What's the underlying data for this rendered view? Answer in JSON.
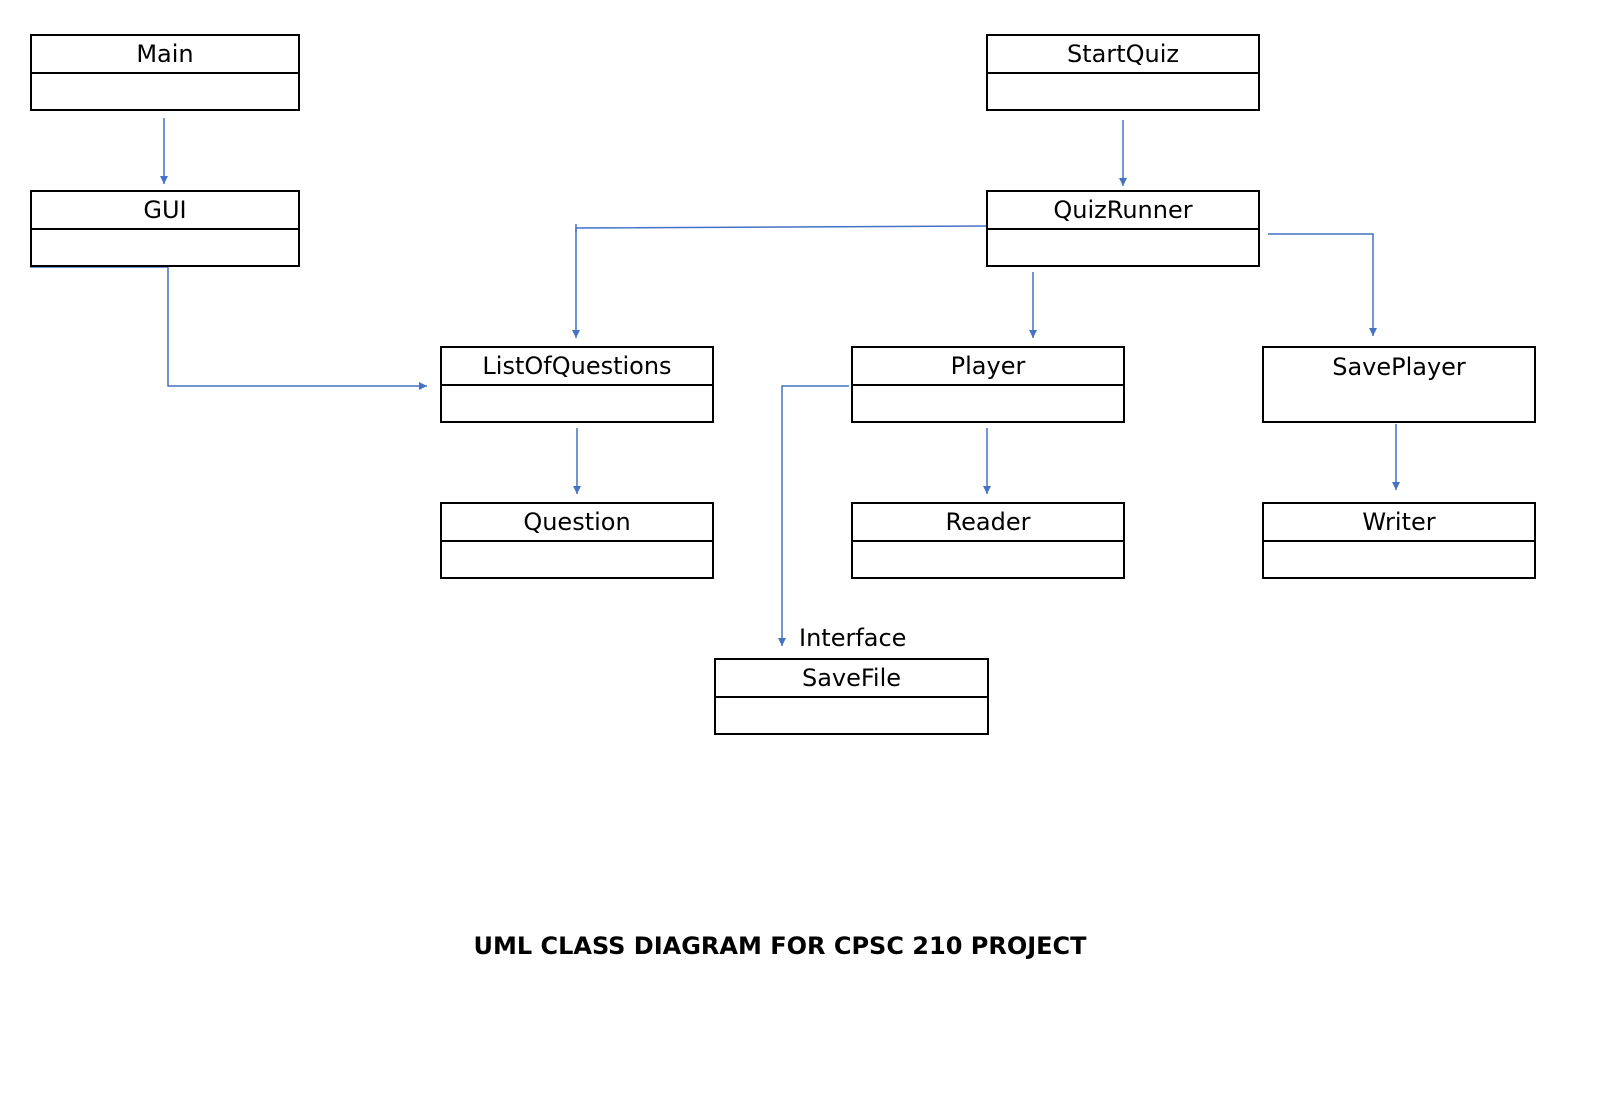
{
  "classes": {
    "main": "Main",
    "gui": "GUI",
    "start_quiz": "StartQuiz",
    "quiz_runner": "QuizRunner",
    "list_of_questions": "ListOfQuestions",
    "player": "Player",
    "save_player": "SavePlayer",
    "question": "Question",
    "reader": "Reader",
    "writer": "Writer",
    "save_file": "SaveFile"
  },
  "stereotype": "Interface",
  "title": "UML CLASS DIAGRAM FOR CPSC 210 PROJECT",
  "colors": {
    "connector": "#4472C4",
    "border": "#000000"
  }
}
